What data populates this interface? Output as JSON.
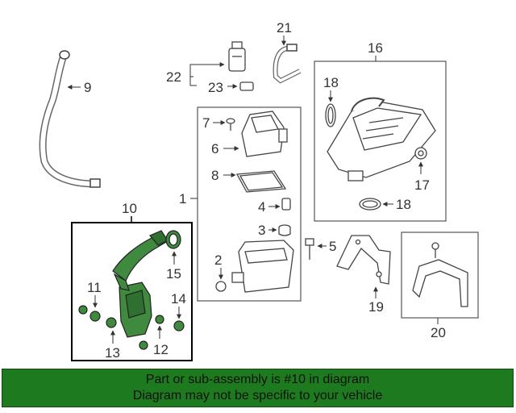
{
  "callouts": {
    "c1": "1",
    "c2": "2",
    "c3": "3",
    "c4": "4",
    "c5": "5",
    "c6": "6",
    "c7": "7",
    "c8": "8",
    "c9": "9",
    "c10": "10",
    "c11": "11",
    "c12": "12",
    "c13": "13",
    "c14": "14",
    "c15": "15",
    "c16": "16",
    "c17": "17",
    "c18a": "18",
    "c18b": "18",
    "c19": "19",
    "c20": "20",
    "c21": "21",
    "c22": "22",
    "c23": "23"
  },
  "banner": {
    "line1": "Part or sub-assembly is #10 in diagram",
    "line2": "Diagram may not be specific to your vehicle",
    "color": "#1e7a1e"
  },
  "highlight_box_color": "#000000"
}
